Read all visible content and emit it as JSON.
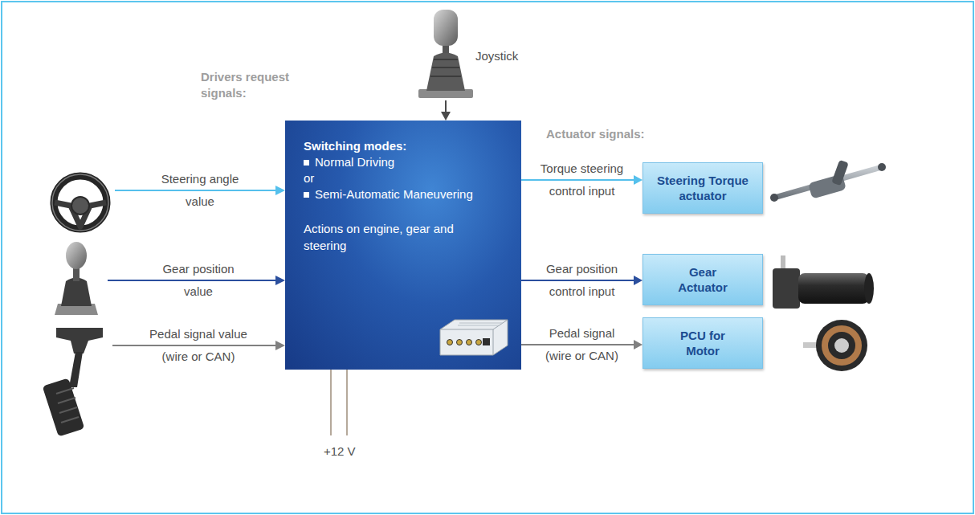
{
  "diagram": {
    "nodes": [
      {
        "text": [
          "Switching modes:",
          "Normal Driving",
          "or",
          "Semi-Automatic Maneuvering",
          "Actions on engine, gear and steering"
        ]
      },
      {
        "text": [
          "Steering Torque actuator"
        ]
      },
      {
        "text": [
          "Gear Actuator"
        ]
      },
      {
        "text": [
          "PCU for Motor"
        ]
      }
    ],
    "edges": [
      {
        "from": 0,
        "to": 1,
        "arrow": "to",
        "label": "Torque steering control input"
      },
      {
        "from": 0,
        "to": 2,
        "arrow": "to",
        "label": "Gear position control input"
      },
      {
        "from": 0,
        "to": 3,
        "arrow": "to",
        "label": "Pedal signal (wire or CAN)"
      }
    ],
    "labels": [
      "Drivers request signals:",
      "Joystick",
      "Actuator signals:",
      "Steering angle value",
      "Gear position value",
      "Pedal signal value (wire or CAN)",
      "+12 V"
    ]
  }
}
